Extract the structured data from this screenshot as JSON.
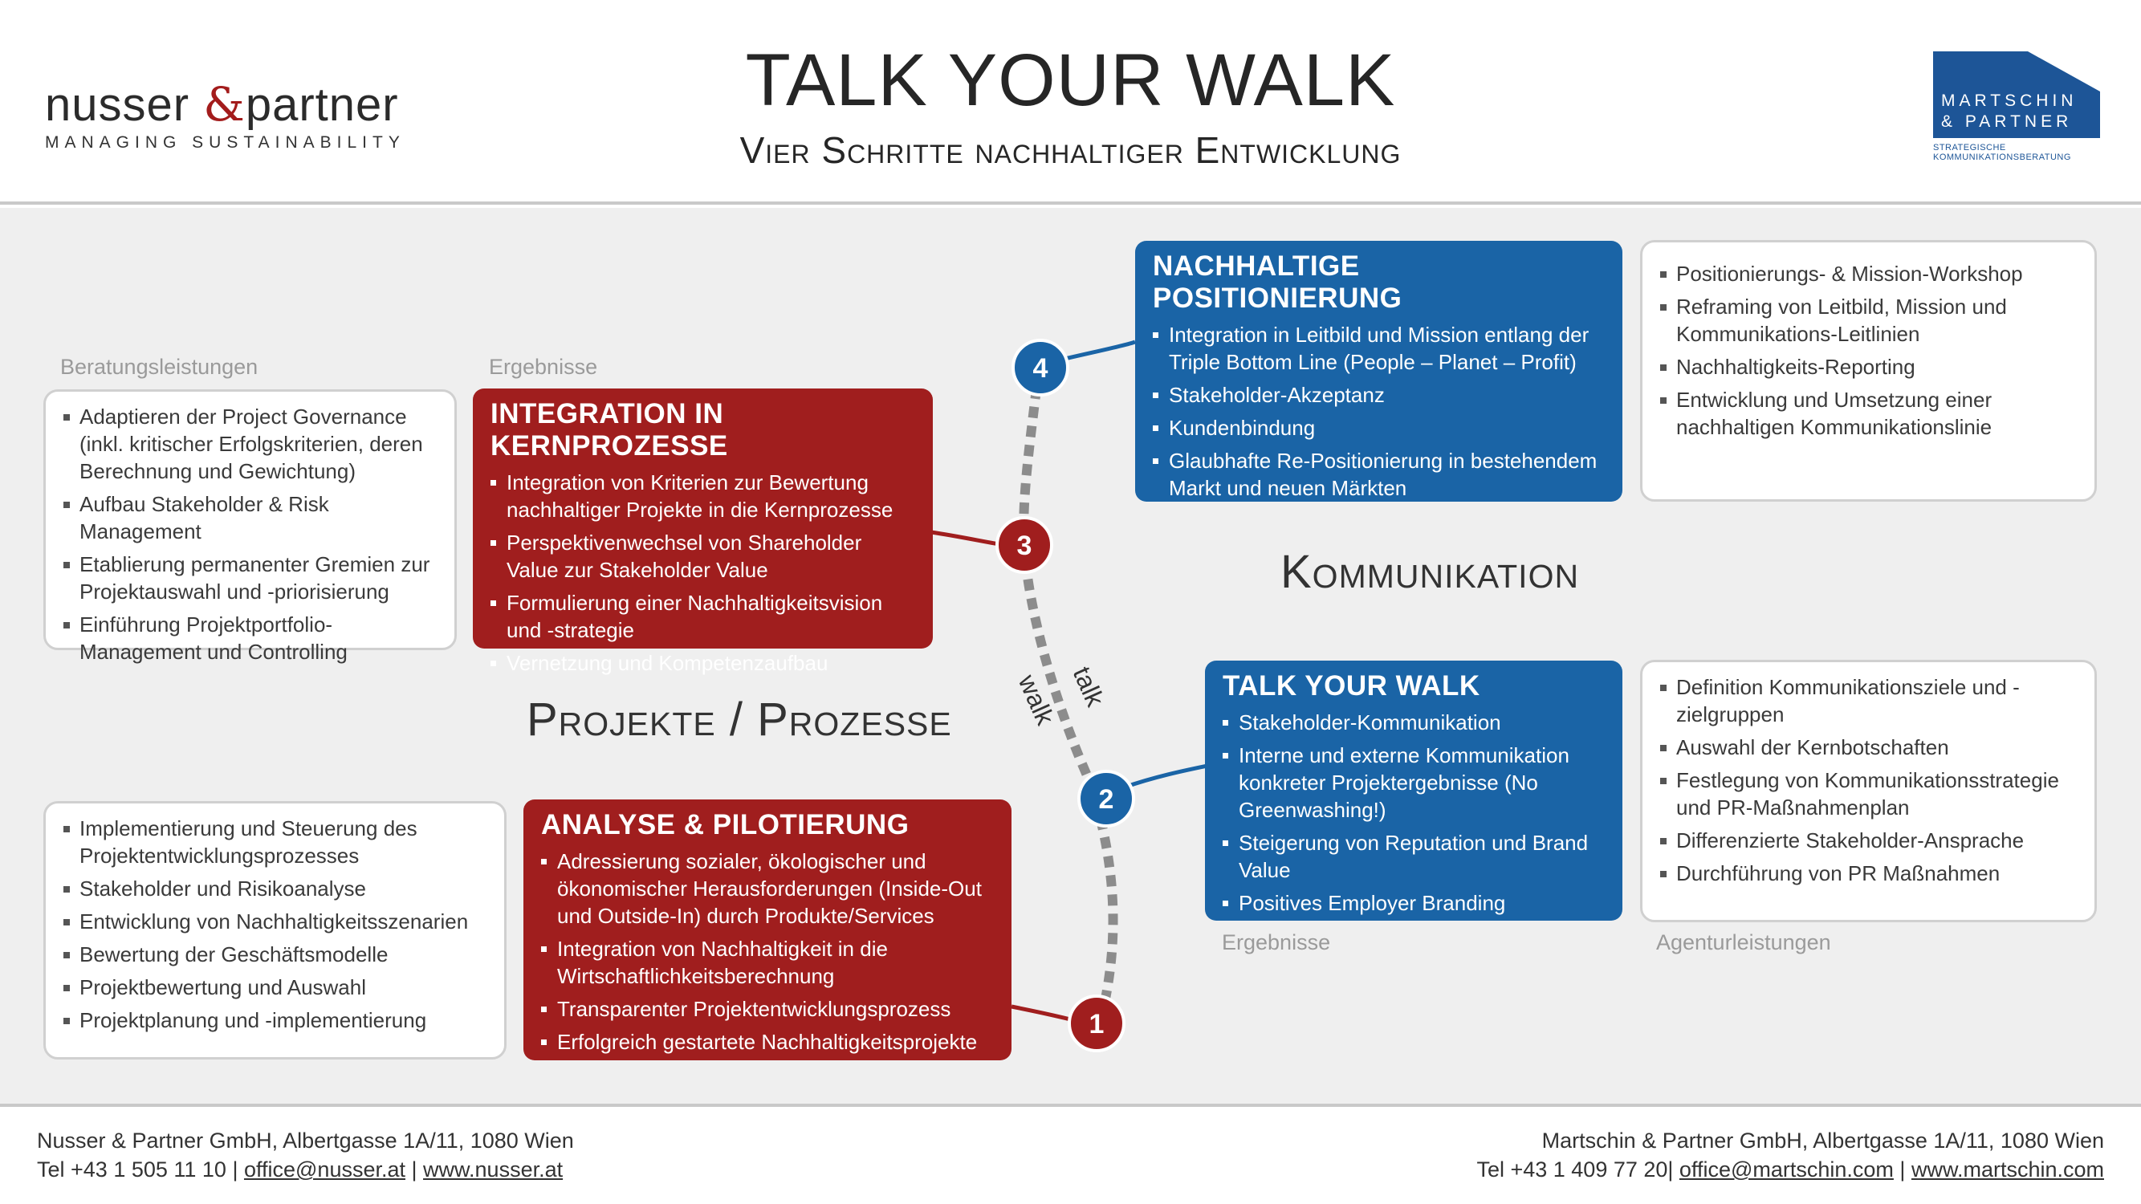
{
  "header": {
    "title": "TALK YOUR WALK",
    "subtitle": "Vier Schritte nachhaltiger Entwicklung",
    "logo_left": {
      "name_1": "nusser ",
      "amp": "&",
      "name_2": "partner",
      "tagline": "MANAGING SUSTAINABILITY"
    },
    "logo_right": {
      "line1": "MARTSCHIN",
      "line2": "& PARTNER",
      "sub1": "STRATEGISCHE",
      "sub2": "KOMMUNIKATIONSBERATUNG",
      "color": "#1d5597"
    }
  },
  "colors": {
    "red": "#a01e1e",
    "blue": "#1a64a6",
    "path": "#8c8c8c"
  },
  "labels": {
    "beratungsleistungen": "Beratungsleistungen",
    "ergebnisse_top": "Ergebnisse",
    "ergebnisse_bottom": "Ergebnisse",
    "agenturleistungen": "Agenturleistungen"
  },
  "sections": {
    "kommunikation": "Kommunikation",
    "projekte": "Projekte / Prozesse"
  },
  "path": {
    "talk": "talk",
    "walk": "walk"
  },
  "steps": {
    "s1": {
      "number": "1",
      "title": "ANALYSE & PILOTIERUNG",
      "items": [
        "Adressierung sozialer, ökologischer und ökonomischer Herausforderungen (Inside-Out und Outside-In) durch Produkte/Services",
        "Integration von Nachhaltigkeit in die Wirtschaftlichkeitsberechnung",
        "Transparenter Projektentwicklungsprozess",
        "Erfolgreich gestartete Nachhaltigkeitsprojekte"
      ]
    },
    "s2": {
      "number": "2",
      "title": "TALK YOUR WALK",
      "items": [
        "Stakeholder-Kommunikation",
        "Interne und externe Kommunikation konkreter Projektergebnisse (No Greenwashing!)",
        "Steigerung von Reputation und Brand Value",
        "Positives Employer Branding"
      ]
    },
    "s3": {
      "number": "3",
      "title": "INTEGRATION IN KERNPROZESSE",
      "items": [
        "Integration von Kriterien zur Bewertung nachhaltiger Projekte in die Kernprozesse",
        "Perspektivenwechsel von Shareholder Value zur Stakeholder Value",
        "Formulierung einer Nachhaltigkeitsvision und -strategie",
        "Vernetzung und Kompetenzaufbau"
      ]
    },
    "s4": {
      "number": "4",
      "title": "NACHHALTIGE POSITIONIERUNG",
      "items": [
        "Integration in Leitbild und Mission entlang der Triple Bottom Line (People – Planet – Profit)",
        "Stakeholder-Akzeptanz",
        "Kundenbindung",
        "Glaubhafte Re-Positionierung in bestehendem Markt und neuen Märkten"
      ]
    }
  },
  "services": {
    "top_left": [
      "Adaptieren der Project Governance (inkl. kritischer Erfolgskriterien, deren Berechnung und Gewichtung)",
      "Aufbau Stakeholder & Risk Management",
      "Etablierung permanenter Gremien zur Projektauswahl und -priorisierung",
      "Einführung Projektportfolio-Management und Controlling"
    ],
    "bottom_left": [
      "Implementierung und Steuerung des Projektentwicklungsprozesses",
      "Stakeholder und Risikoanalyse",
      "Entwicklung von Nachhaltigkeitsszenarien",
      "Bewertung der Geschäftsmodelle",
      "Projektbewertung und Auswahl",
      "Projektplanung und -implementierung"
    ],
    "top_right": [
      "Positionierungs- & Mission-Workshop",
      "Reframing von Leitbild, Mission und Kommunikations-Leitlinien",
      "Nachhaltigkeits-Reporting",
      "Entwicklung und Umsetzung einer nachhaltigen Kommunikationslinie"
    ],
    "bottom_right": [
      "Definition Kommunikationsziele und -zielgruppen",
      "Auswahl der Kernbotschaften",
      "Festlegung von Kommunikationsstrategie und PR-Maßnahmenplan",
      "Differenzierte Stakeholder-Ansprache",
      "Durchführung von PR Maßnahmen"
    ]
  },
  "footer": {
    "left": {
      "line1": "Nusser & Partner GmbH, Albertgasse 1A/11, 1080 Wien",
      "tel": "Tel +43 1 505 11 10  |  ",
      "email": "office@nusser.at",
      "sep": " | ",
      "web": "www.nusser.at"
    },
    "right": {
      "line1": "Martschin & Partner GmbH, Albertgasse 1A/11, 1080 Wien",
      "tel": "Tel +43 1 409 77 20|  ",
      "email": "office@martschin.com",
      "sep": " | ",
      "web": "www.martschin.com"
    }
  }
}
